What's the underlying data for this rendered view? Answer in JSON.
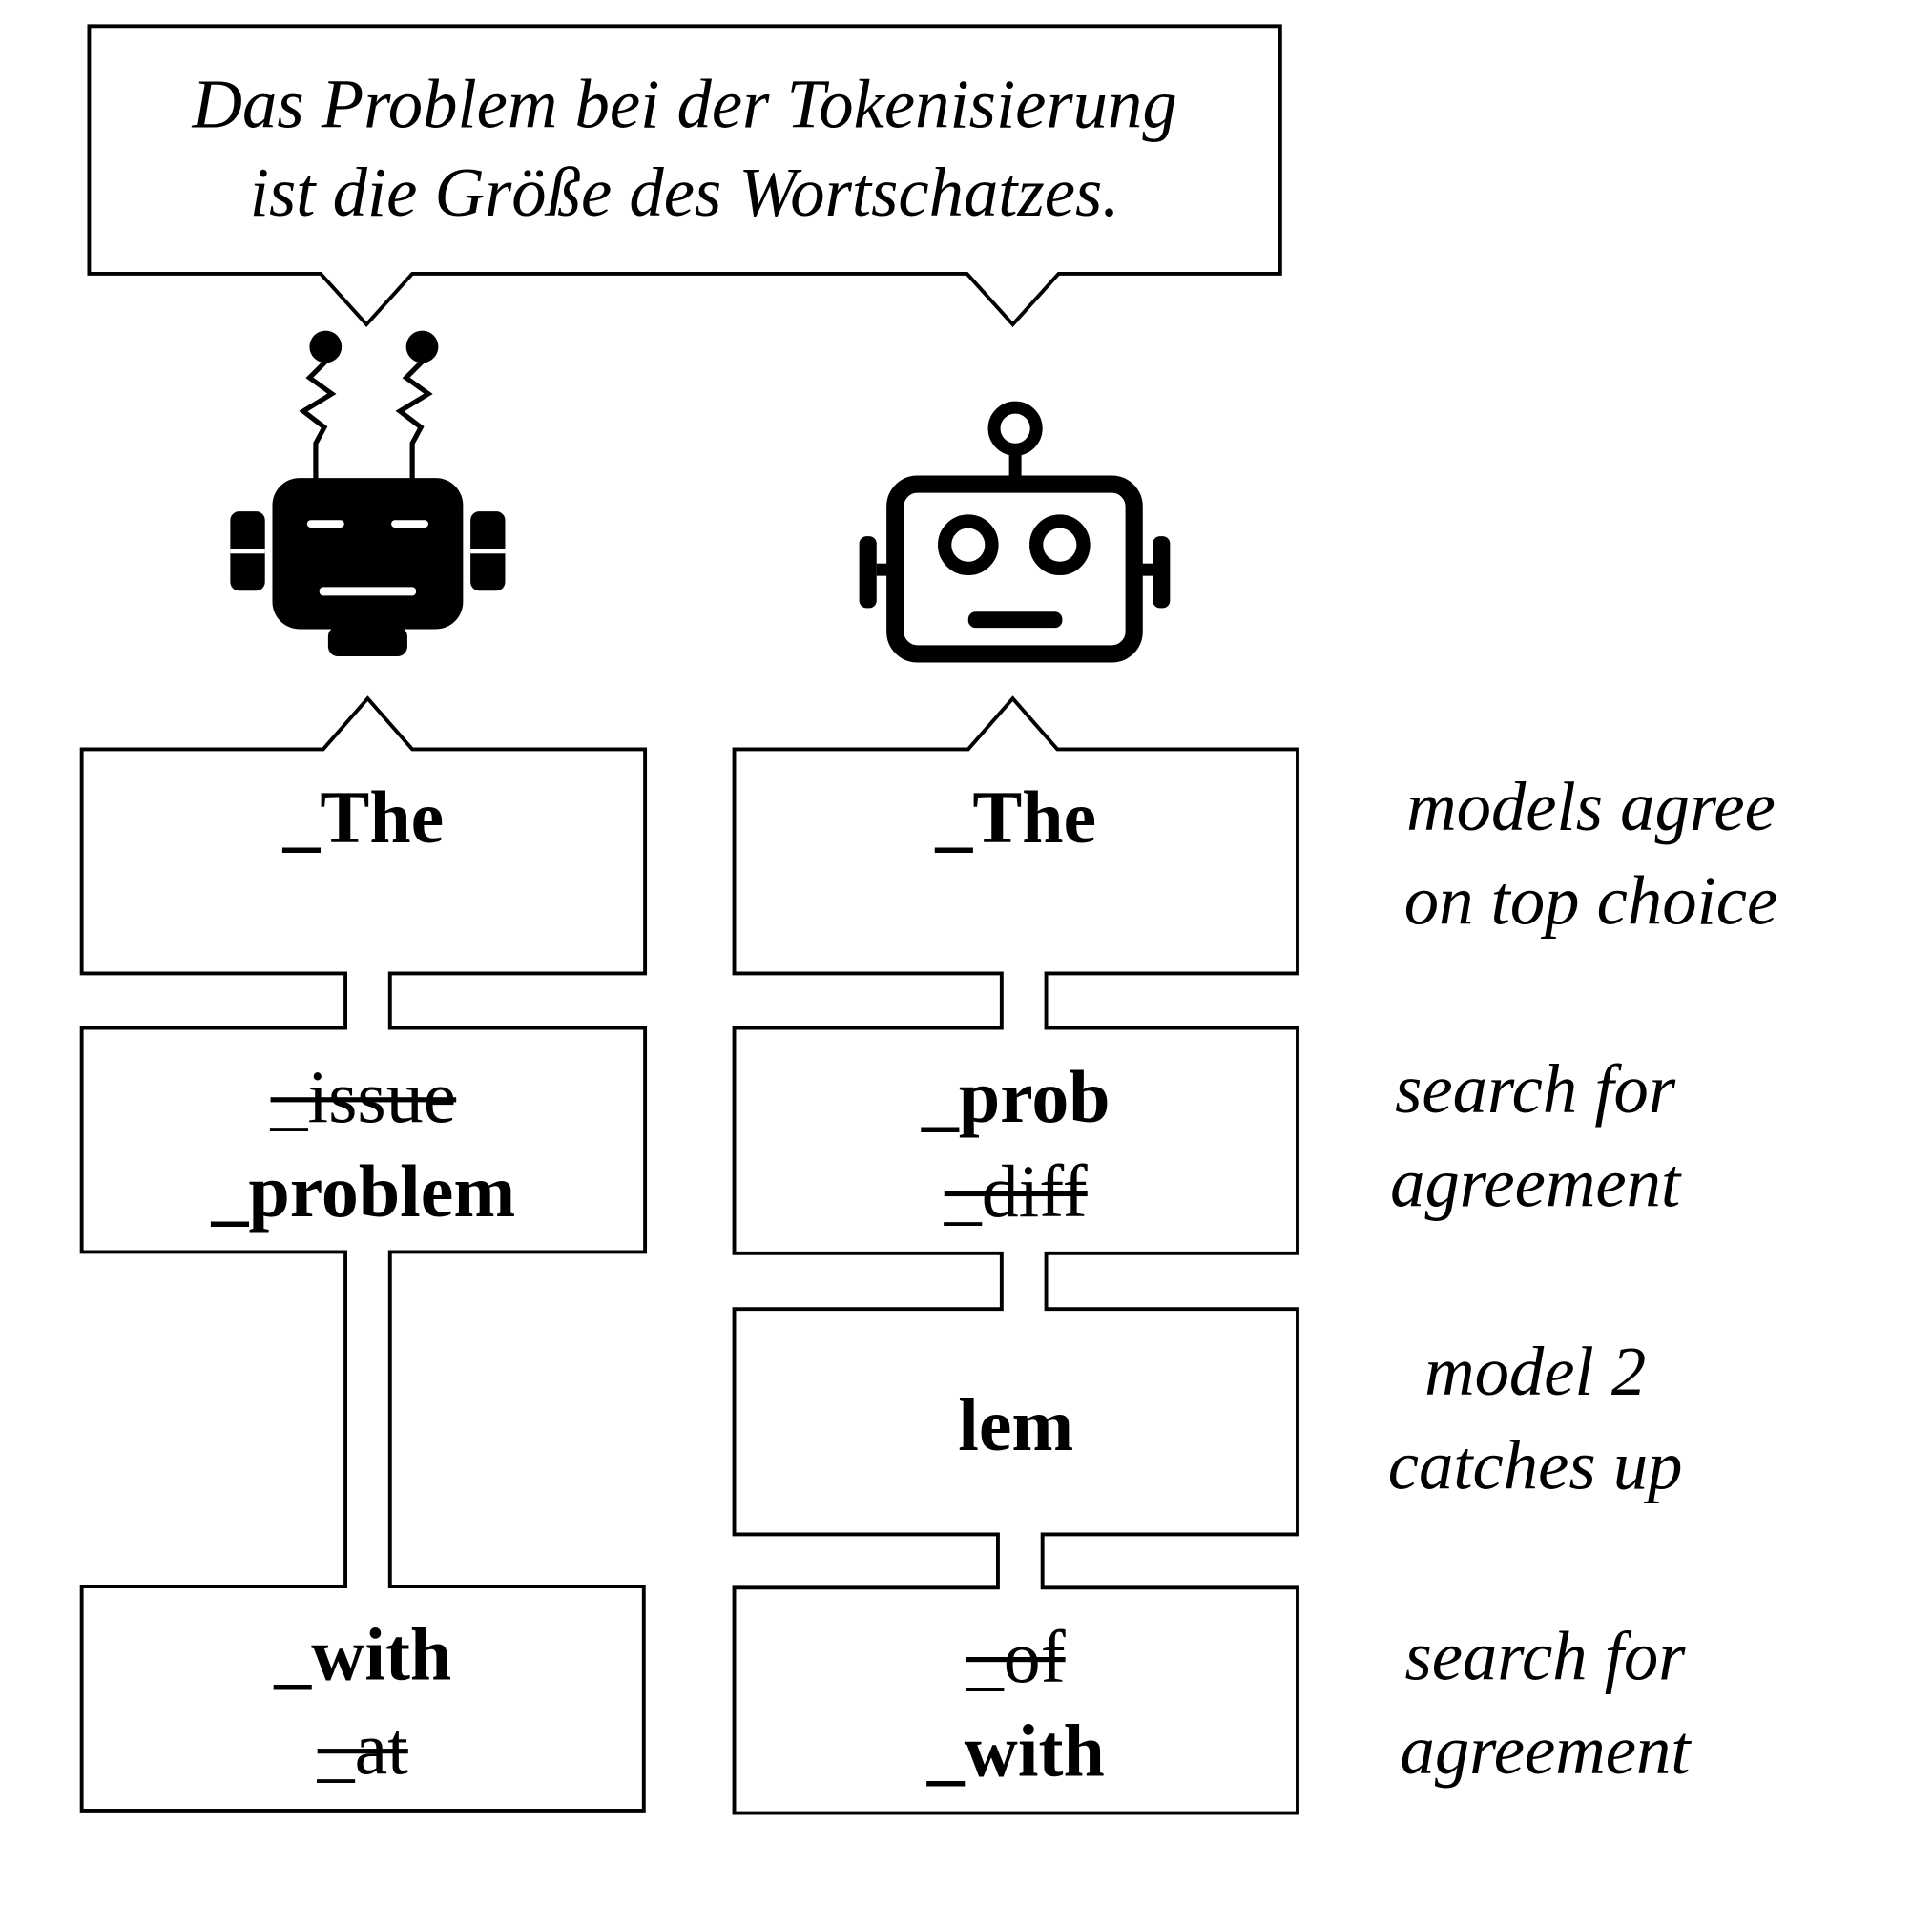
{
  "speech": {
    "line1": "Das Problem bei der Tokenisierung",
    "line2": "ist die Größe des Wortschatzes."
  },
  "icons": {
    "model1": "robot-antennae-icon",
    "model2": "robot-outline-icon"
  },
  "model1": {
    "steps": [
      {
        "tokens": [
          {
            "text": "_The",
            "rejected": false
          }
        ]
      },
      {
        "tokens": [
          {
            "text": "_issue",
            "rejected": true
          },
          {
            "text": "_problem",
            "rejected": false
          }
        ]
      },
      {
        "tokens": [
          {
            "text": "_with",
            "rejected": false
          },
          {
            "text": "_at",
            "rejected": true
          }
        ]
      }
    ]
  },
  "model2": {
    "steps": [
      {
        "tokens": [
          {
            "text": "_The",
            "rejected": false
          }
        ]
      },
      {
        "tokens": [
          {
            "text": "_prob",
            "rejected": false
          },
          {
            "text": "_diff",
            "rejected": true
          }
        ]
      },
      {
        "tokens": [
          {
            "text": "lem",
            "rejected": false
          }
        ]
      },
      {
        "tokens": [
          {
            "text": "_of",
            "rejected": true
          },
          {
            "text": "_with",
            "rejected": false
          }
        ]
      }
    ]
  },
  "annotations": [
    {
      "line1": "models agree",
      "line2": "on top choice"
    },
    {
      "line1": "search for",
      "line2": "agreement"
    },
    {
      "line1": "model 2",
      "line2": "catches up"
    },
    {
      "line1": "search for",
      "line2": "agreement"
    }
  ]
}
